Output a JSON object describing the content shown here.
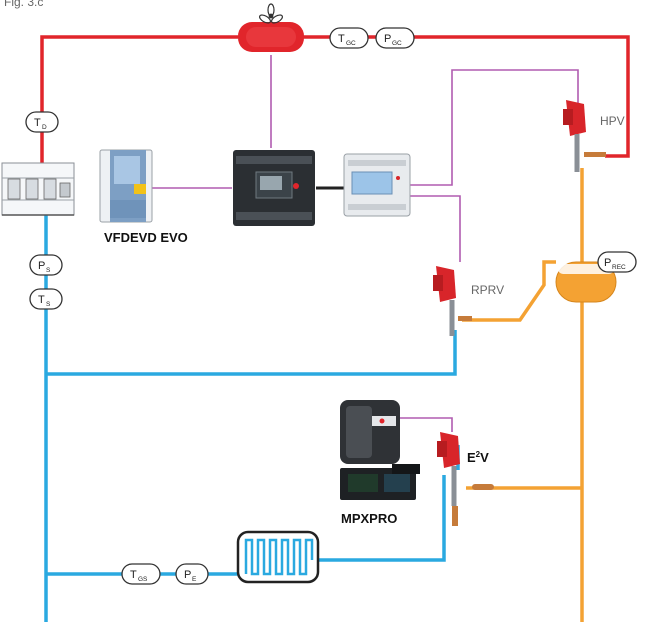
{
  "header": {
    "caption": "Fig. 3.c"
  },
  "labels": {
    "vfd": "VFDEVD EVO",
    "mpxpro": "MPXPRO",
    "hpv": "HPV",
    "rprv": "RPRV",
    "e2v_base": "E",
    "e2v_sup": "2",
    "e2v_suffix": "V"
  },
  "sensors": {
    "td": {
      "main": "T",
      "sub": "D"
    },
    "tgc": {
      "main": "T",
      "sub": "GC"
    },
    "pgc": {
      "main": "P",
      "sub": "GC"
    },
    "ps": {
      "main": "P",
      "sub": "S"
    },
    "ts": {
      "main": "T",
      "sub": "S"
    },
    "prec": {
      "main": "P",
      "sub": "REC"
    },
    "tgs": {
      "main": "T",
      "sub": "GS"
    },
    "pe": {
      "main": "P",
      "sub": "E"
    }
  },
  "colors": {
    "high_pressure": "#e1252b",
    "liquid": "#f4a233",
    "suction": "#2aa9e0",
    "signal": "#b05cb0",
    "valve": "#d8252a",
    "display_screen": "#9cc4e8"
  }
}
